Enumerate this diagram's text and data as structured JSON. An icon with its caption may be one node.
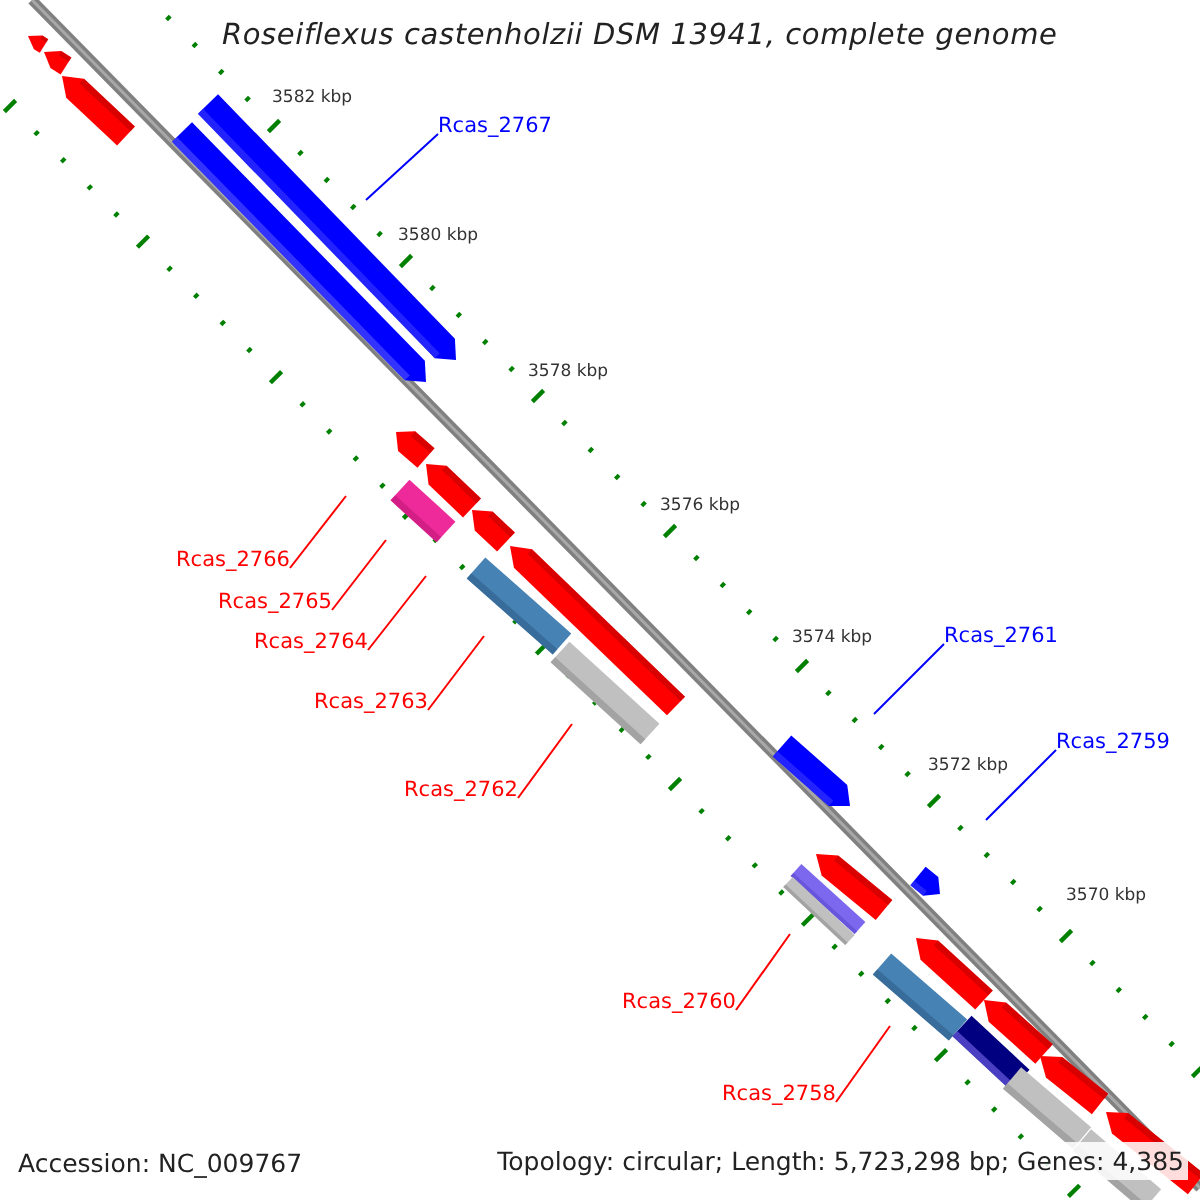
{
  "diagram": {
    "title": "Roseiflexus castenholzii DSM 13941, complete genome",
    "nodes": [
      {
        "text": [
          "Rcas_2767"
        ]
      },
      {
        "text": [
          "Rcas_2766"
        ]
      },
      {
        "text": [
          "Rcas_2765"
        ]
      },
      {
        "text": [
          "Rcas_2761"
        ]
      },
      {
        "text": [
          "Rcas_2764"
        ]
      },
      {
        "text": [
          "Rcas_2763"
        ]
      },
      {
        "text": [
          "Rcas_2759"
        ]
      },
      {
        "text": [
          "Rcas_2762"
        ]
      },
      {
        "text": [
          "Rcas_2760"
        ]
      },
      {
        "text": [
          "Rcas_2758"
        ]
      }
    ],
    "edges": [
      {
        "from": 0,
        "to": null,
        "arrow": "none",
        "color": "#0000ff"
      },
      {
        "from": 1,
        "to": null,
        "arrow": "none"
      },
      {
        "from": 2,
        "to": null,
        "arrow": "none"
      },
      {
        "from": 3,
        "to": null,
        "arrow": "none",
        "color": "#0000ff"
      },
      {
        "from": 4,
        "to": null,
        "arrow": "none"
      },
      {
        "from": 5,
        "to": null,
        "arrow": "none"
      },
      {
        "from": 6,
        "to": null,
        "arrow": "none",
        "color": "#0000ff"
      },
      {
        "from": 7,
        "to": null,
        "arrow": "none"
      },
      {
        "from": 8,
        "to": null,
        "arrow": "none"
      },
      {
        "from": 9,
        "to": null,
        "arrow": "none"
      }
    ],
    "labels": [
      "3582 kbp",
      "3580 kbp",
      "3578 kbp",
      "3576 kbp",
      "3574 kbp",
      "3572 kbp",
      "3570 kbp",
      "Accession: NC_009767",
      "Topology: circular; Length: 5,723,298 bp; Genes: 4,385"
    ]
  }
}
